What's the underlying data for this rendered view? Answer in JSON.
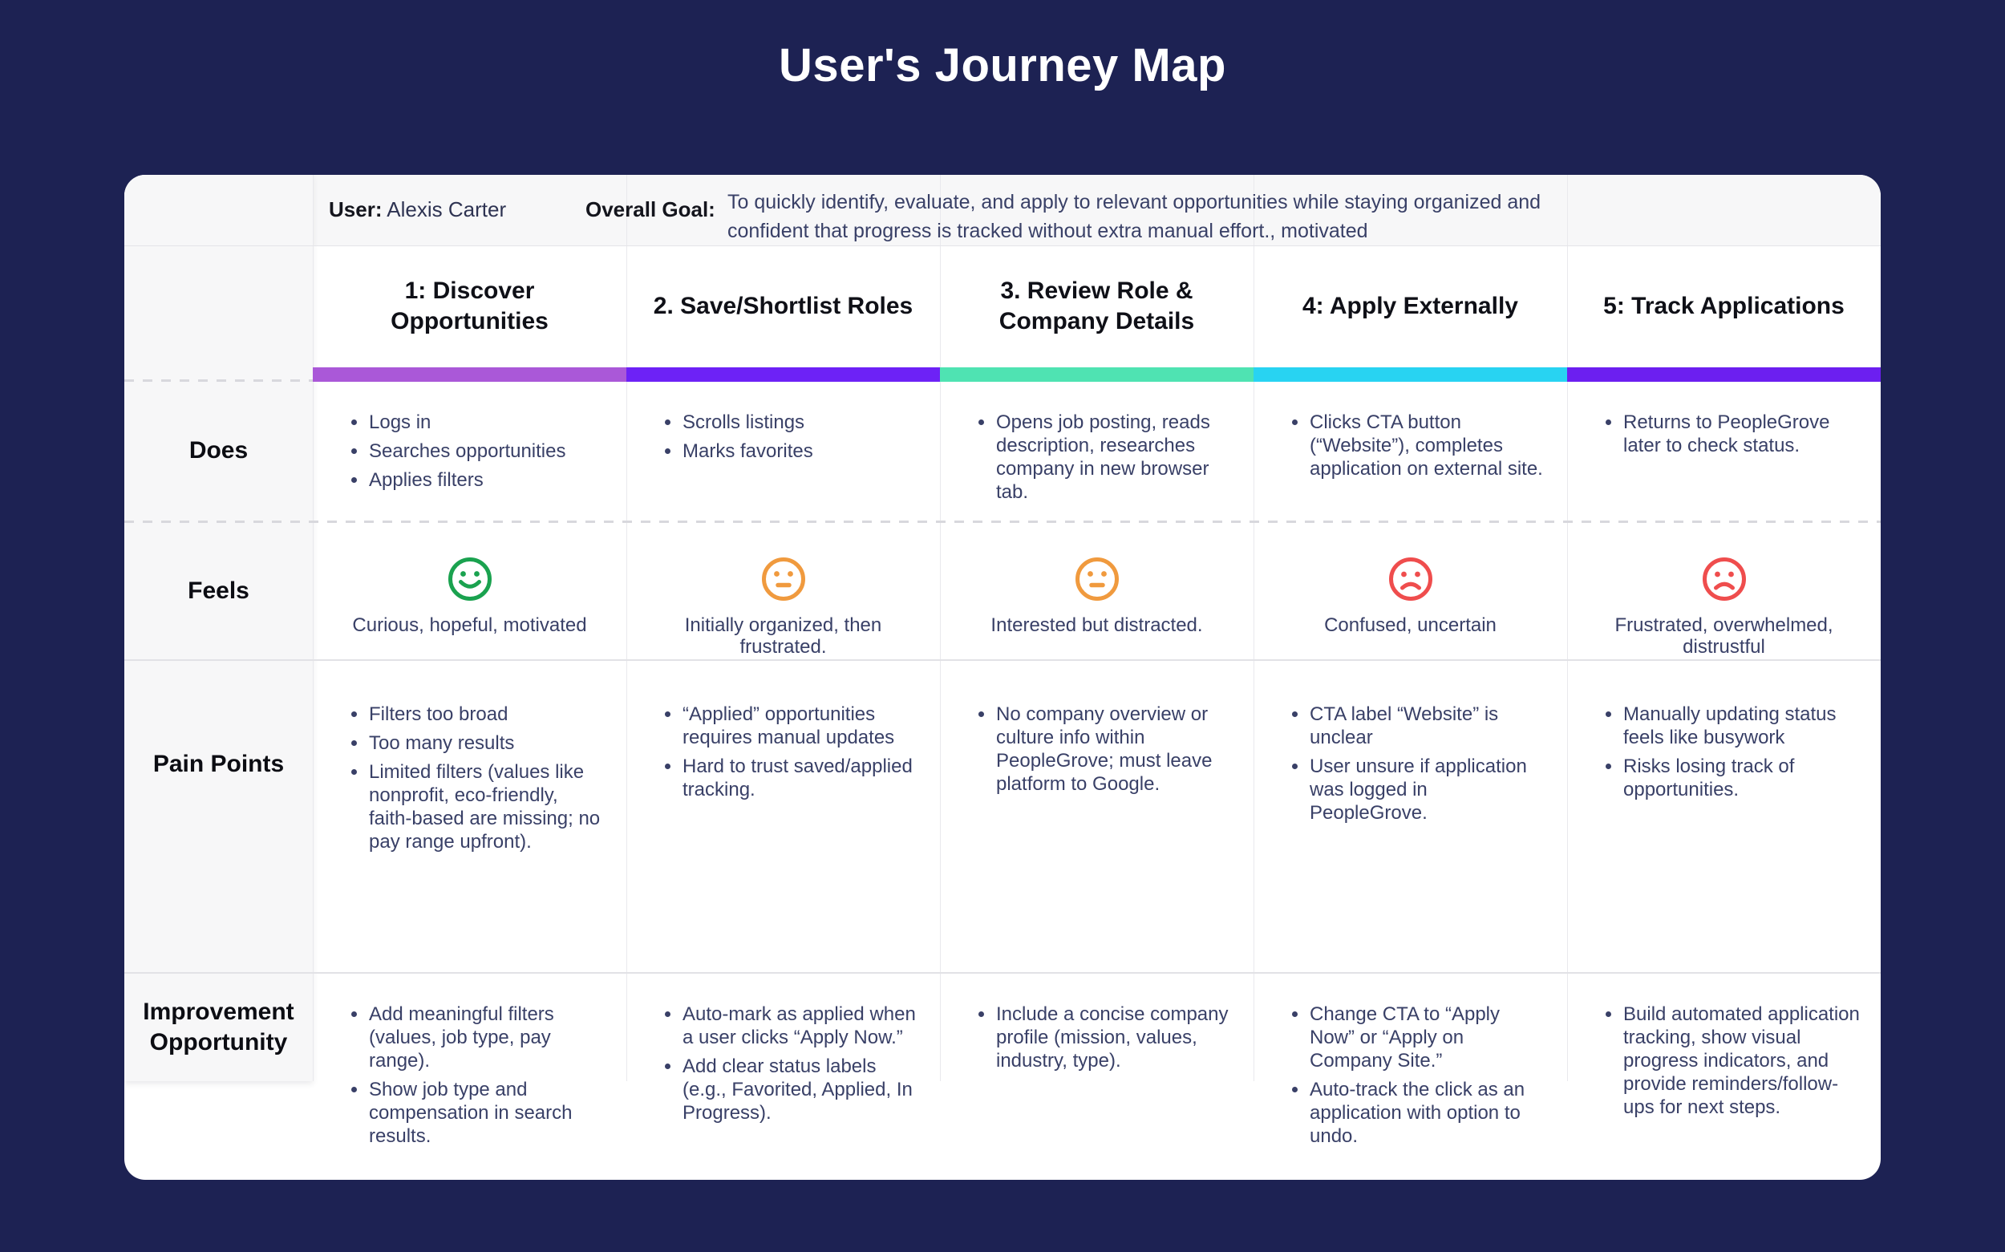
{
  "title": "User's Journey Map",
  "meta": {
    "user_label": "User:",
    "user_name": "Alexis Carter",
    "goal_label": "Overall Goal:",
    "goal_text": "To quickly identify, evaluate, and apply to relevant opportunities while staying organized and confident that progress is tracked without extra manual effort., motivated"
  },
  "stages": [
    {
      "label": "1: Discover Opportunities",
      "color": "#aa58d8"
    },
    {
      "label": "2. Save/Shortlist Roles",
      "color": "#6d22f6"
    },
    {
      "label": "3. Review Role & Company Details",
      "color": "#4fe3b2"
    },
    {
      "label": "4: Apply Externally",
      "color": "#28d3f2"
    },
    {
      "label": "5: Track Applications",
      "color": "#6c1ff0"
    }
  ],
  "rows": {
    "does": {
      "label": "Does",
      "cells": [
        {
          "items": [
            "Logs in",
            "Searches opportunities",
            "Applies filters"
          ]
        },
        {
          "items": [
            "Scrolls listings",
            "Marks favorites"
          ]
        },
        {
          "items": [
            "Opens job posting, reads description, researches company in new browser tab."
          ]
        },
        {
          "items": [
            "Clicks CTA button (“Website”), completes application on external site."
          ]
        },
        {
          "items": [
            "Returns to PeopleGrove later to check status."
          ]
        }
      ]
    },
    "feels": {
      "label": "Feels",
      "cells": [
        {
          "emotion": "happy",
          "color": "#1aa24f",
          "caption": "Curious, hopeful, motivated"
        },
        {
          "emotion": "neutral",
          "color": "#f09a3e",
          "caption": "Initially organized, then frustrated."
        },
        {
          "emotion": "neutral",
          "color": "#f09a3e",
          "caption": "Interested but distracted."
        },
        {
          "emotion": "sad",
          "color": "#ef4d4d",
          "caption": "Confused, uncertain"
        },
        {
          "emotion": "sad",
          "color": "#ef4d4d",
          "caption": "Frustrated, overwhelmed, distrustful"
        }
      ]
    },
    "pain": {
      "label": "Pain Points",
      "cells": [
        {
          "items": [
            "Filters too broad",
            "Too many results",
            "Limited filters (values like nonprofit, eco-friendly, faith-based are missing; no pay range upfront)."
          ]
        },
        {
          "items": [
            "“Applied” opportunities requires manual updates",
            "Hard to trust saved/applied tracking."
          ]
        },
        {
          "items": [
            "No company overview or culture info within PeopleGrove; must leave platform to Google."
          ]
        },
        {
          "items": [
            "CTA label “Website” is unclear",
            "User unsure if application was logged in PeopleGrove."
          ]
        },
        {
          "items": [
            "Manually updating status feels like busywork",
            "Risks losing track of opportunities."
          ]
        }
      ]
    },
    "improve": {
      "label": "Improvement Opportunity",
      "cells": [
        {
          "items": [
            "Add meaningful filters (values, job type, pay range).",
            "Show job type and compensation in search results."
          ]
        },
        {
          "items": [
            "Auto-mark as applied when a user clicks “Apply Now.”",
            "Add clear status labels (e.g., Favorited, Applied, In Progress)."
          ]
        },
        {
          "items": [
            "Include a concise company profile (mission, values, industry, type)."
          ]
        },
        {
          "items": [
            "Change CTA to “Apply Now” or “Apply on Company Site.”",
            "Auto-track the click as an application with option to undo."
          ]
        },
        {
          "items": [
            "Build automated application tracking, show visual progress indicators, and provide reminders/follow-ups for next steps."
          ]
        }
      ]
    }
  }
}
